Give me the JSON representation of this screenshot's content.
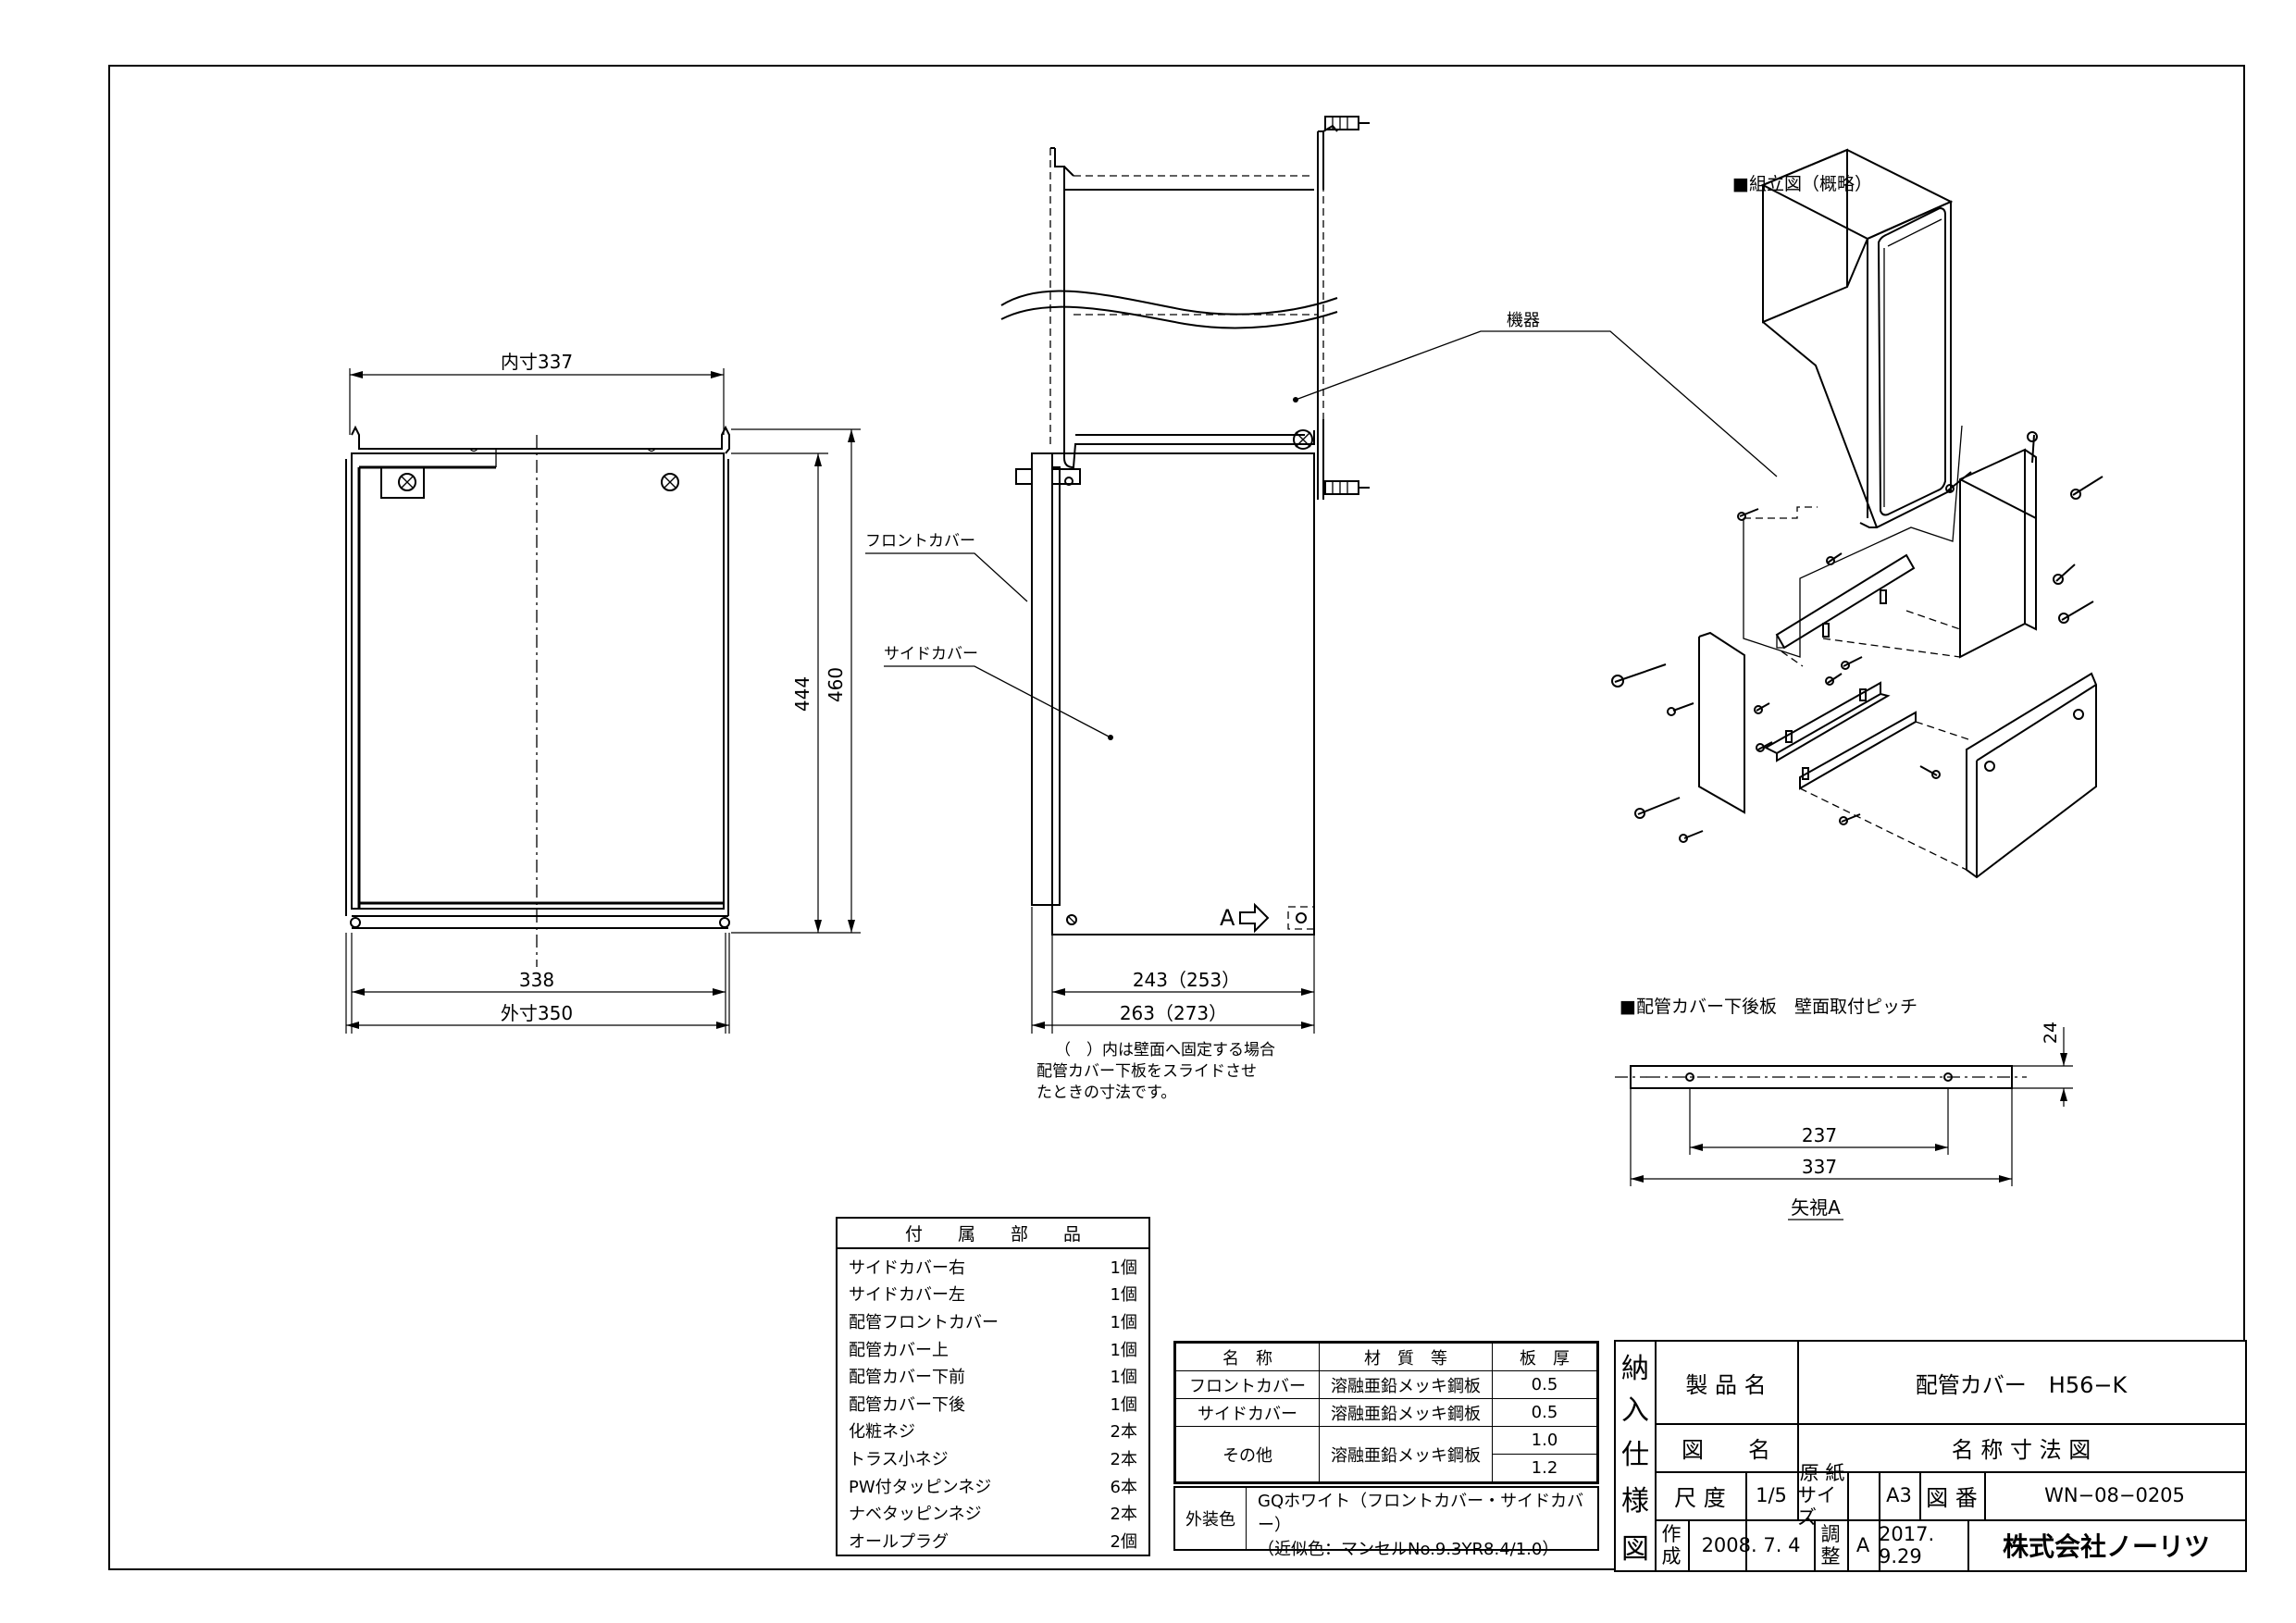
{
  "assembly_title": "■組立図（概略）",
  "pitch_title": "■配管カバー下後板　壁面取付ピッチ",
  "view_a_label": "矢視A",
  "a_arrow_label": "A",
  "labels": {
    "device": "機器",
    "front_cover": "フロントカバー",
    "side_cover": "サイドカバー"
  },
  "dimensions": {
    "inner_width": "内寸337",
    "width_338": "338",
    "outer_width": "外寸350",
    "height_444": "444",
    "height_460": "460",
    "depth_243": "243（253）",
    "depth_263": "263（273）",
    "pitch_24": "24",
    "pitch_237": "237",
    "pitch_337": "337"
  },
  "note_lines": [
    "（　）内は壁面へ固定する場合",
    "配管カバー下板をスライドさせ",
    "たときの寸法です。"
  ],
  "parts": {
    "title": "付属部品",
    "items": [
      {
        "name": "サイドカバー右",
        "qty": "1個"
      },
      {
        "name": "サイドカバー左",
        "qty": "1個"
      },
      {
        "name": "配管フロントカバー",
        "qty": "1個"
      },
      {
        "name": "配管カバー上",
        "qty": "1個"
      },
      {
        "name": "配管カバー下前",
        "qty": "1個"
      },
      {
        "name": "配管カバー下後",
        "qty": "1個"
      },
      {
        "name": "化粧ネジ",
        "qty": "2本"
      },
      {
        "name": "トラス小ネジ",
        "qty": "2本"
      },
      {
        "name": "PW付タッピンネジ",
        "qty": "6本"
      },
      {
        "name": "ナベタッピンネジ",
        "qty": "2本"
      },
      {
        "name": "オールプラグ",
        "qty": "2個"
      }
    ]
  },
  "materials": {
    "headers": [
      "名　称",
      "材　質　等",
      "板　厚"
    ],
    "rows": [
      {
        "name": "フロントカバー",
        "material": "溶融亜鉛メッキ鋼板",
        "thickness": "0.5"
      },
      {
        "name": "サイドカバー",
        "material": "溶融亜鉛メッキ鋼板",
        "thickness": "0.5"
      },
      {
        "name": "その他",
        "material": "溶融亜鉛メッキ鋼板",
        "thickness_1": "1.0",
        "thickness_2": "1.2"
      }
    ]
  },
  "exterior_color": {
    "label": "外装色",
    "line1": "GQホワイト（フロントカバー・サイドカバー）",
    "line2": "（近似色：マンセルNo.9.3YR8.4/1.0）"
  },
  "title_block": {
    "side": [
      "納",
      "入",
      "仕",
      "様",
      "図"
    ],
    "product_label": "製 品 名",
    "product_value": "配管カバー　H56−K",
    "drawing_label": "図　　名",
    "drawing_value": "名 称 寸 法 図",
    "scale_label": "尺 度",
    "scale_value": "1/5",
    "paper_label_1": "原 紙",
    "paper_label_2": "サイズ",
    "paper_value": "A3",
    "number_label": "図 番",
    "number_value": "WN−08−0205",
    "made_label_1": "作",
    "made_label_2": "成",
    "made_value": "2008. 7. 4",
    "adjust_label_1": "調",
    "adjust_label_2": "整",
    "adjust_value": "A",
    "adjust_date": "2017. 9.29",
    "company": "株式会社ノーリツ"
  }
}
